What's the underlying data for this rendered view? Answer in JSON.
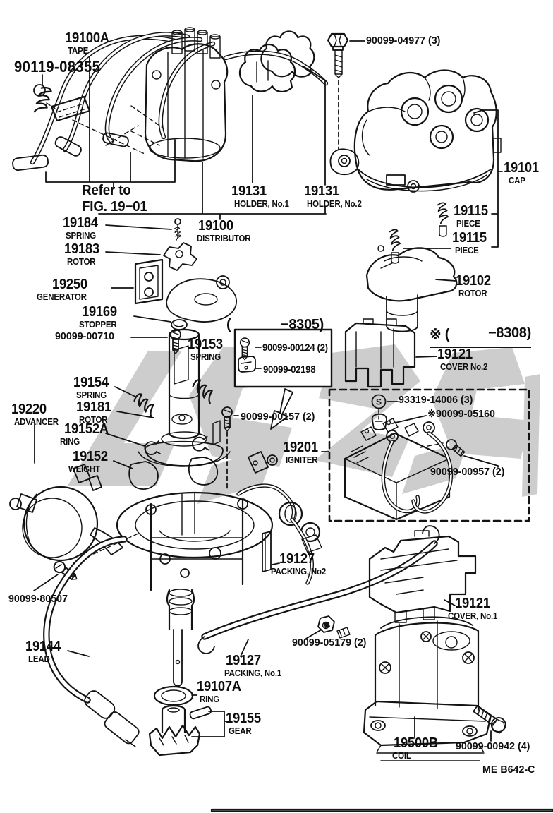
{
  "marks": {
    "s_circle": "S"
  },
  "notes": {
    "refer1": "Refer to",
    "refer2": "FIG. 19−01",
    "r8305_open": "(",
    "r8305_close": "−8305)",
    "r8308_open": "※ (",
    "r8308_close": "−8308)"
  },
  "box_8305": {
    "item1": "90099-00124 (2)",
    "item2": "90099-02198"
  },
  "labels": {
    "tape": {
      "num": "19100A",
      "name": "TAPE"
    },
    "screw_90119": {
      "num": "90119-08355"
    },
    "holder1": {
      "num": "19131",
      "name": "HOLDER, No.1"
    },
    "holder2": {
      "num": "19131",
      "name": "HOLDER, No.2"
    },
    "bolt_04977": {
      "num": "90099-04977 (3)"
    },
    "cap": {
      "num": "19101",
      "name": "CAP"
    },
    "piece1": {
      "num": "19115",
      "name": "PIECE"
    },
    "piece2": {
      "num": "19115",
      "name": "PIECE"
    },
    "distributor": {
      "num": "19100",
      "name": "DISTRIBUTOR"
    },
    "spring_19184": {
      "num": "19184",
      "name": "SPRING"
    },
    "rotor_19183": {
      "num": "19183",
      "name": "ROTOR"
    },
    "generator": {
      "num": "19250",
      "name": "GENERATOR"
    },
    "stopper": {
      "num": "19169",
      "name": "STOPPER"
    },
    "screw_00710": {
      "num": "90099-00710"
    },
    "spring_19153": {
      "num": "19153",
      "name": "SPRING"
    },
    "rotor_19102": {
      "num": "19102",
      "name": "ROTOR"
    },
    "cover_no2": {
      "num": "19121",
      "name": "COVER No.2"
    },
    "spring_19154": {
      "num": "19154",
      "name": "SPRING"
    },
    "rotor_19181": {
      "num": "19181",
      "name": "ROTOR"
    },
    "advancer": {
      "num": "19220",
      "name": "ADVANCER"
    },
    "ring_19152a": {
      "num": "19152A",
      "name": "RING"
    },
    "weight": {
      "num": "19152",
      "name": "WEIGHT"
    },
    "screw_00157": {
      "num": "90099-00157 (2)"
    },
    "screw_93319": {
      "num": "93319-14006 (3)"
    },
    "grommet_05160": {
      "num": "※90099-05160"
    },
    "igniter": {
      "num": "19201",
      "name": "IGNITER"
    },
    "bolt_00957": {
      "num": "90099-00957 (2)"
    },
    "packing_no2": {
      "num": "19127",
      "name": "PACKING, No2"
    },
    "screw_80507": {
      "num": "90099-80507"
    },
    "cover_no1": {
      "num": "19121",
      "name": "COVER, No.1"
    },
    "lead": {
      "num": "19144",
      "name": "LEAD"
    },
    "packing_no1": {
      "num": "19127",
      "name": "PACKING, No.1"
    },
    "nut_05179": {
      "num": "90099-05179 (2)"
    },
    "ring_19107a": {
      "num": "19107A",
      "name": "RING"
    },
    "gear": {
      "num": "19155",
      "name": "GEAR"
    },
    "coil": {
      "num": "19500B",
      "name": "COIL"
    },
    "bolt_00942": {
      "num": "90099-00942 (4)"
    }
  },
  "footer": {
    "code": "ME B642-C"
  },
  "colors": {
    "line": "#131313",
    "watermark": "#cdcdcd",
    "paper": "#ffffff"
  }
}
